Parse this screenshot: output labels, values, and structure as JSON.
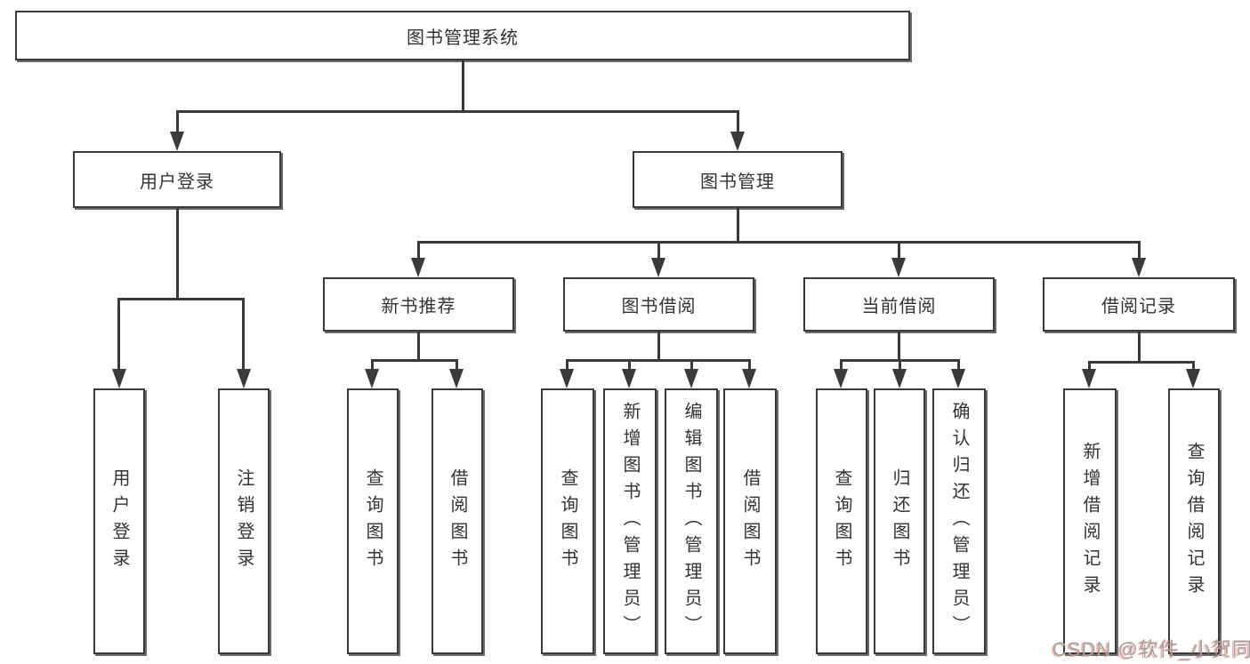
{
  "diagram": {
    "kind": "function-structure-tree",
    "line_color": "#3a3a3a",
    "box_background": "#ffffff",
    "text_color": "#333333",
    "tree": {
      "label": "图书管理系统",
      "children": [
        {
          "label": "用户登录",
          "children": [
            {
              "label": "用户登录"
            },
            {
              "label": "注销登录"
            }
          ]
        },
        {
          "label": "图书管理",
          "children": [
            {
              "label": "新书推荐",
              "children": [
                {
                  "label": "查询图书"
                },
                {
                  "label": "借阅图书"
                }
              ]
            },
            {
              "label": "图书借阅",
              "children": [
                {
                  "label": "查询图书"
                },
                {
                  "label": "新增图书（管理员）"
                },
                {
                  "label": "编辑图书（管理员）"
                },
                {
                  "label": "借阅图书"
                }
              ]
            },
            {
              "label": "当前借阅",
              "children": [
                {
                  "label": "查询图书"
                },
                {
                  "label": "归还图书"
                },
                {
                  "label": "确认归还（管理员）"
                }
              ]
            },
            {
              "label": "借阅记录",
              "children": [
                {
                  "label": "新增借阅记录"
                },
                {
                  "label": "查询借阅记录"
                }
              ]
            }
          ]
        }
      ]
    }
  },
  "watermark": {
    "text": "CSDN @软件_小贺同学",
    "color": "#a2a2a2",
    "accent_color": "#e85c42"
  }
}
